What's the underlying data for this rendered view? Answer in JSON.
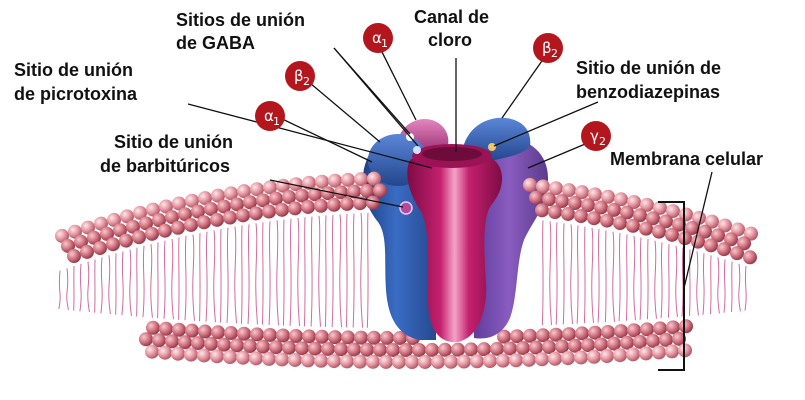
{
  "labels": {
    "gaba_line1": "Sitios de unión",
    "gaba_line2": "de GABA",
    "canal_line1": "Canal de",
    "canal_line2": "cloro",
    "picro_line1": "Sitio de unión",
    "picro_line2": "de picrotoxina",
    "barb_line1": "Sitio de unión",
    "barb_line2": "de barbitúricos",
    "benzo_line1": "Sitio de unión de",
    "benzo_line2": "benzodiazepinas",
    "membrana": "Membrana celular"
  },
  "subunits": [
    {
      "greek": "α",
      "sub": "1"
    },
    {
      "greek": "β",
      "sub": "2"
    },
    {
      "greek": "α",
      "sub": "1"
    },
    {
      "greek": "β",
      "sub": "2"
    },
    {
      "greek": "γ",
      "sub": "2"
    }
  ],
  "colors": {
    "badge": "#b3171d",
    "alpha_blue": "#2f5fb0",
    "beta_purple": "#7a4aa8",
    "channel": "#b0155e",
    "lipid_head": "#e8a1a8",
    "tail": "#c23a7e"
  }
}
